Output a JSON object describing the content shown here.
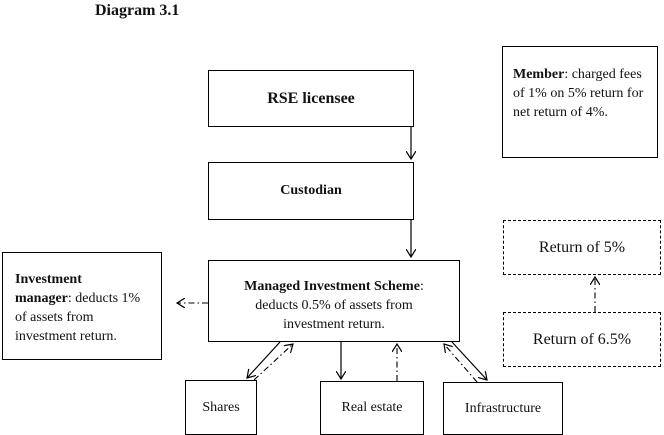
{
  "diagram_title": "Diagram 3.1",
  "rse": "RSE licensee",
  "custodian": "Custodian",
  "mis": {
    "bold": "Managed Investment Scheme",
    "line1": "deducts 0.5% of assets from",
    "line2": "investment return."
  },
  "member": {
    "bold": "Member",
    "text": ": charged fees of 1% on 5% return for net return of 4%."
  },
  "investment_manager": {
    "bold1": "Investment",
    "bold2": "manager",
    "text": ": deducts 1% of assets from investment return."
  },
  "return_top": "Return of 5%",
  "return_bottom": "Return of 6.5%",
  "assets": {
    "shares": "Shares",
    "real_estate": "Real estate",
    "infrastructure": "Infrastructure"
  }
}
